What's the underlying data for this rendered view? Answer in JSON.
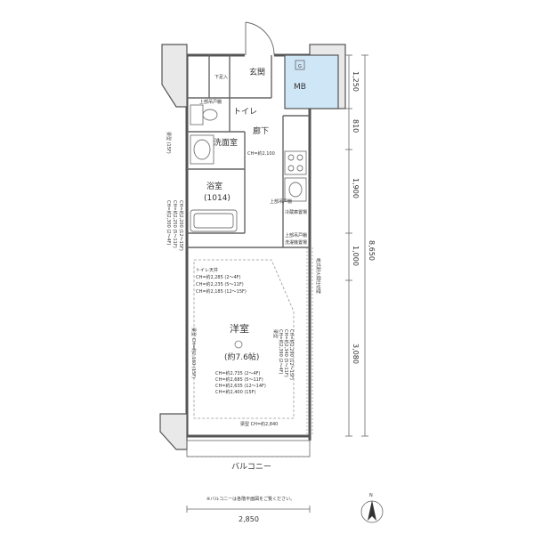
{
  "rooms": {
    "genkan": "玄関",
    "mb": "MB",
    "getabako": "下足入",
    "toilet": "トイレ",
    "roka": "廊下",
    "senmen": "洗面室",
    "yokushitsu": "浴室",
    "yokushitsu_size": "(1014)",
    "yoshitsu": "洋室",
    "yoshitsu_size": "(約7.6帖)",
    "balcony": "バルコニー"
  },
  "labels": {
    "ch_roka": "CH=約2,100",
    "kamidanna_toilet": "上部吊戸棚",
    "kamidanna_kitchen": "上部吊戸棚",
    "reizoko": "冷蔵庫置場",
    "kamidanna_washer": "上部吊戸棚",
    "washer_hanger": "洗濯機置場",
    "fire_door": "乾式耐火間仕切壁",
    "beam_bottom": "梁型 CH=約2,840",
    "ch_list": [
      "CH=約2,735 (2～4F)",
      "CH=約2,685 (5～11F)",
      "CH=約2,635 (12～14F)",
      "CH=約2,400 (15F)"
    ],
    "ch_left_upper": [
      "トイレ天井",
      "CH=約2,285 (2～4F)",
      "CH=約2,235 (5～11F)",
      "CH=約2,185 (12～15F)"
    ],
    "ch_side_left": [
      "CH=約2,300 (2～4F)",
      "CH=約2,250 (5～11F)",
      "CH=約2,200 (12～15F)"
    ],
    "ch_side_right": [
      "梁型",
      "CH=約2,390 (2～4F)",
      "CH=約2,340 (5～11F)",
      "CH=約2,290 (12～15F)"
    ],
    "ch_beam_left": "梁型 CH=約2,160 (15F)",
    "beam_left_small": "梁型 (15F)",
    "note": "※バルコニーは各階平面図をご覧ください。",
    "north": "N"
  },
  "dimensions": {
    "right": [
      "1,250",
      "810",
      "1,900",
      "1,000",
      "3,080"
    ],
    "total": "8,650",
    "bottom": "2,850"
  }
}
